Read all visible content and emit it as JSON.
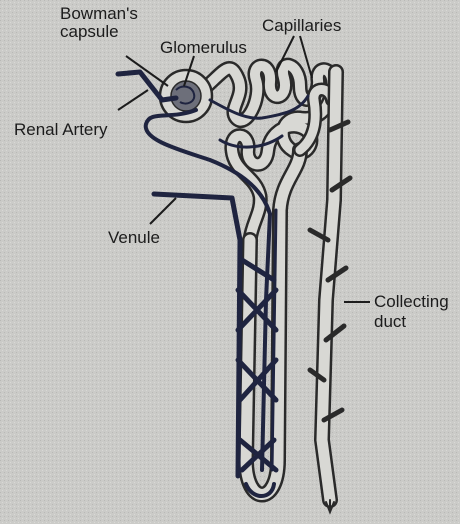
{
  "diagram": {
    "labels": {
      "bowmans_capsule_line1": "Bowman's",
      "bowmans_capsule_line2": "capsule",
      "glomerulus": "Glomerulus",
      "capillaries": "Capillaries",
      "renal_artery": "Renal Artery",
      "venule": "Venule",
      "collecting_duct_line1": "Collecting",
      "collecting_duct_line2": "duct"
    },
    "colors": {
      "background": "#cbcbc8",
      "tubule_outline": "#2a2a2a",
      "tubule_fill": "#d8d8d4",
      "vessel": "#1f2440",
      "corner_accent": "#e8485a"
    }
  }
}
